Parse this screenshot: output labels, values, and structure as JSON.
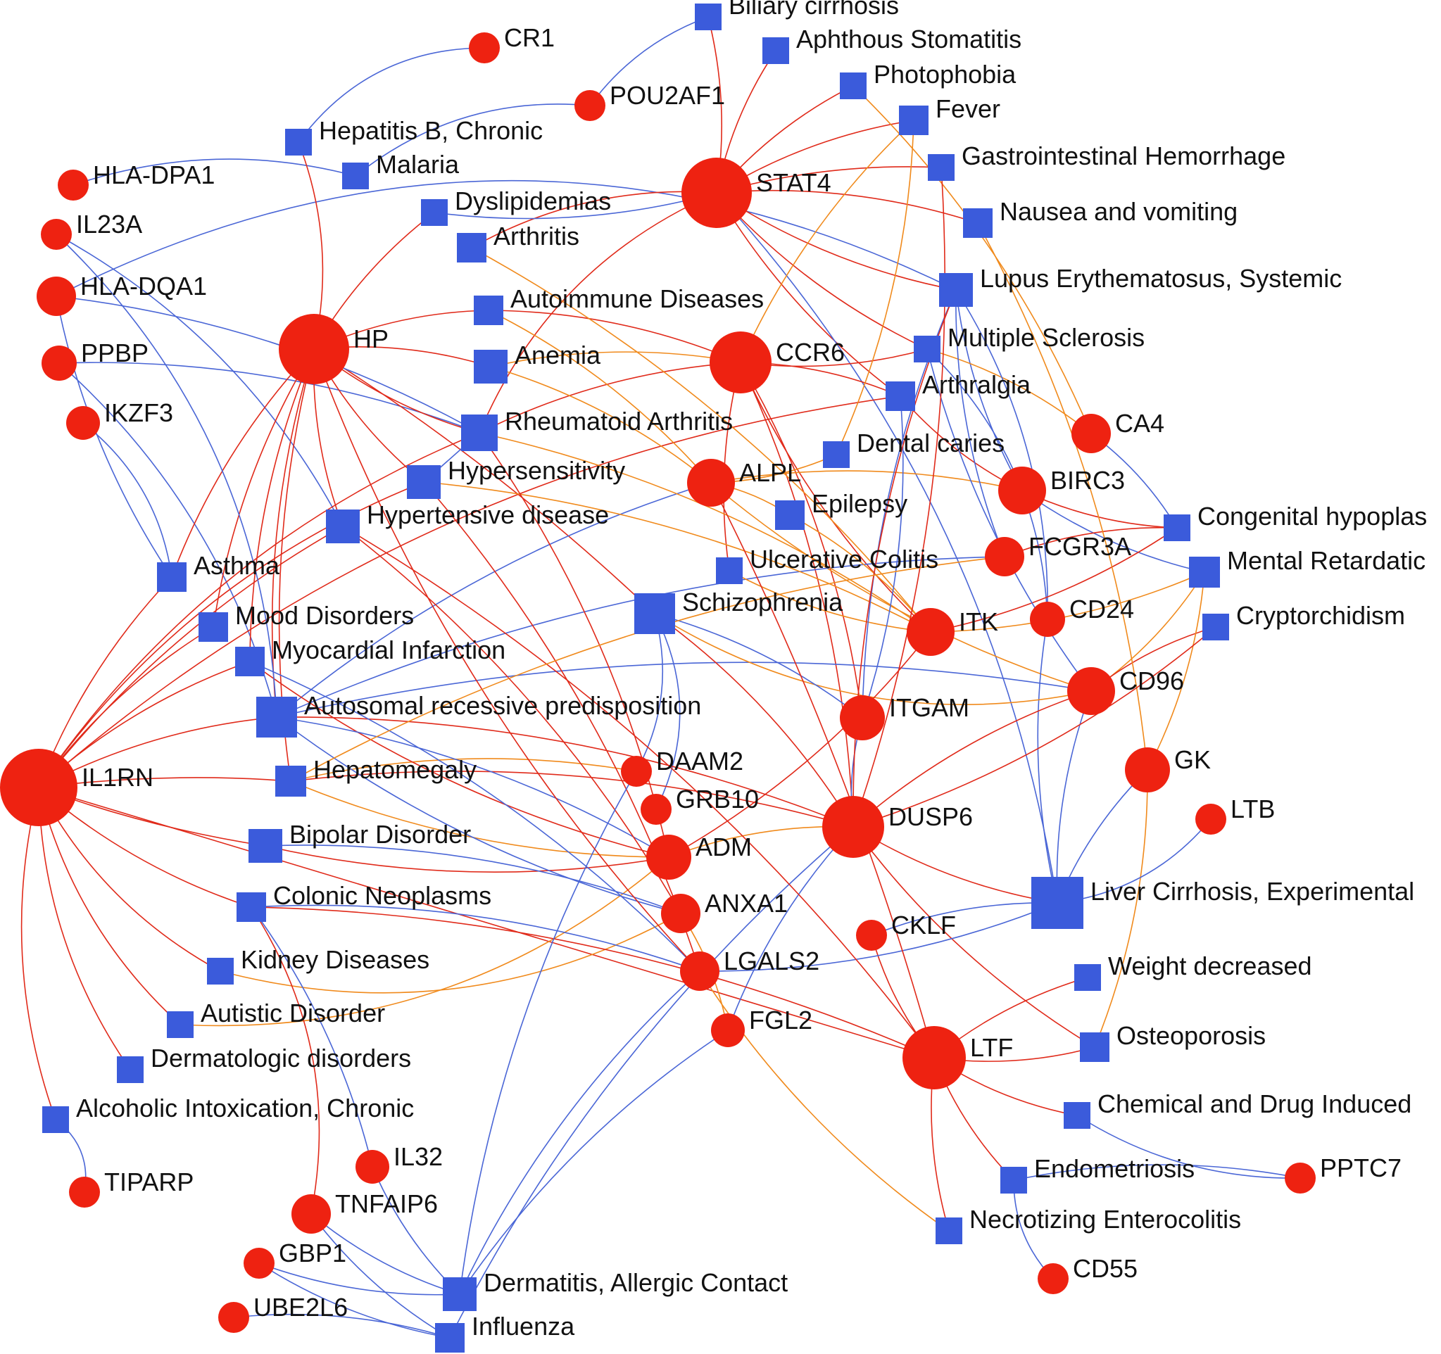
{
  "colors": {
    "gene": "#ee2211",
    "disease": "#3b5bdb",
    "edge_red": "#e02a1a",
    "edge_blue": "#4a66d6",
    "edge_orange": "#f08a1c"
  },
  "genes": [
    {
      "id": "CR1",
      "label": "CR1"
    },
    {
      "id": "POU2AF1",
      "label": "POU2AF1"
    },
    {
      "id": "HLA-DPA1",
      "label": "HLA-DPA1"
    },
    {
      "id": "IL23A",
      "label": "IL23A"
    },
    {
      "id": "HLA-DQA1",
      "label": "HLA-DQA1"
    },
    {
      "id": "PPBP",
      "label": "PPBP"
    },
    {
      "id": "IKZF3",
      "label": "IKZF3"
    },
    {
      "id": "STAT4",
      "label": "STAT4"
    },
    {
      "id": "HP",
      "label": "HP"
    },
    {
      "id": "CCR6",
      "label": "CCR6"
    },
    {
      "id": "ALPL",
      "label": "ALPL"
    },
    {
      "id": "CA4",
      "label": "CA4"
    },
    {
      "id": "BIRC3",
      "label": "BIRC3"
    },
    {
      "id": "FCGR3A",
      "label": "FCGR3A"
    },
    {
      "id": "CD24",
      "label": "CD24"
    },
    {
      "id": "ITK",
      "label": "ITK"
    },
    {
      "id": "CD96",
      "label": "CD96"
    },
    {
      "id": "ITGAM",
      "label": "ITGAM"
    },
    {
      "id": "GK",
      "label": "GK"
    },
    {
      "id": "IL1RN",
      "label": "IL1RN"
    },
    {
      "id": "DAAM2",
      "label": "DAAM2"
    },
    {
      "id": "GRB10",
      "label": "GRB10"
    },
    {
      "id": "DUSP6",
      "label": "DUSP6"
    },
    {
      "id": "LTB",
      "label": "LTB"
    },
    {
      "id": "ADM",
      "label": "ADM"
    },
    {
      "id": "ANXA1",
      "label": "ANXA1"
    },
    {
      "id": "CKLF",
      "label": "CKLF"
    },
    {
      "id": "LGALS2",
      "label": "LGALS2"
    },
    {
      "id": "FGL2",
      "label": "FGL2"
    },
    {
      "id": "LTF",
      "label": "LTF"
    },
    {
      "id": "IL32",
      "label": "IL32"
    },
    {
      "id": "TNFAIP6",
      "label": "TNFAIP6"
    },
    {
      "id": "TIPARP",
      "label": "TIPARP"
    },
    {
      "id": "GBP1",
      "label": "GBP1"
    },
    {
      "id": "UBE2L6",
      "label": "UBE2L6"
    },
    {
      "id": "PPTC7",
      "label": "PPTC7"
    },
    {
      "id": "CD55",
      "label": "CD55"
    }
  ],
  "diseases": [
    {
      "id": "biliary",
      "label": "Biliary cirrhosis"
    },
    {
      "id": "aphthous",
      "label": "Aphthous Stomatitis"
    },
    {
      "id": "photophobia",
      "label": "Photophobia"
    },
    {
      "id": "fever",
      "label": "Fever"
    },
    {
      "id": "hepb",
      "label": "Hepatitis B, Chronic"
    },
    {
      "id": "gihem",
      "label": "Gastrointestinal Hemorrhage"
    },
    {
      "id": "malaria",
      "label": "Malaria"
    },
    {
      "id": "dyslip",
      "label": "Dyslipidemias"
    },
    {
      "id": "nausea",
      "label": "Nausea and vomiting"
    },
    {
      "id": "arthritis",
      "label": "Arthritis"
    },
    {
      "id": "lupus",
      "label": "Lupus Erythematosus, Systemic"
    },
    {
      "id": "autoimmune",
      "label": "Autoimmune Diseases"
    },
    {
      "id": "ms",
      "label": "Multiple Sclerosis"
    },
    {
      "id": "anemia",
      "label": "Anemia"
    },
    {
      "id": "arthralgia",
      "label": "Arthralgia"
    },
    {
      "id": "ra",
      "label": "Rheumatoid Arthritis"
    },
    {
      "id": "dental",
      "label": "Dental caries"
    },
    {
      "id": "hypersens",
      "label": "Hypersensitivity"
    },
    {
      "id": "epilepsy",
      "label": "Epilepsy"
    },
    {
      "id": "hypertensive",
      "label": "Hypertensive disease"
    },
    {
      "id": "congenital",
      "label": "Congenital hypoplas"
    },
    {
      "id": "asthma",
      "label": "Asthma"
    },
    {
      "id": "uc",
      "label": "Ulcerative Colitis"
    },
    {
      "id": "mental",
      "label": "Mental Retardatic"
    },
    {
      "id": "schizo",
      "label": "Schizophrenia"
    },
    {
      "id": "mood",
      "label": "Mood Disorders"
    },
    {
      "id": "crypt",
      "label": "Cryptorchidism"
    },
    {
      "id": "mi",
      "label": "Myocardial Infarction"
    },
    {
      "id": "arp",
      "label": "Autosomal recessive predisposition"
    },
    {
      "id": "hepato",
      "label": "Hepatomegaly"
    },
    {
      "id": "bipolar",
      "label": "Bipolar Disorder"
    },
    {
      "id": "liver",
      "label": "Liver Cirrhosis, Experimental"
    },
    {
      "id": "colonic",
      "label": "Colonic Neoplasms"
    },
    {
      "id": "kidney",
      "label": "Kidney Diseases"
    },
    {
      "id": "weight",
      "label": "Weight decreased"
    },
    {
      "id": "autistic",
      "label": "Autistic Disorder"
    },
    {
      "id": "osteo",
      "label": "Osteoporosis"
    },
    {
      "id": "dermato",
      "label": "Dermatologic disorders"
    },
    {
      "id": "chemdrug",
      "label": "Chemical and Drug Induced"
    },
    {
      "id": "alcohol",
      "label": "Alcoholic Intoxication, Chronic"
    },
    {
      "id": "endo",
      "label": "Endometriosis"
    },
    {
      "id": "nec",
      "label": "Necrotizing Enterocolitis"
    },
    {
      "id": "dermatitis",
      "label": "Dermatitis, Allergic Contact"
    },
    {
      "id": "influenza",
      "label": "Influenza"
    }
  ]
}
